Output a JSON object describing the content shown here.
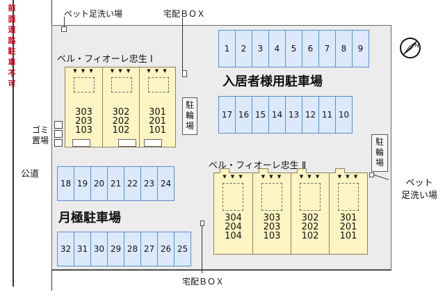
{
  "notice": "前\n面\n道\n路\n駐\n車\n不\n可",
  "road_label": "公道",
  "pet_wash_label": "ペット足洗い場",
  "pet_wash_label_2": "ペット\n足洗い場",
  "delivery_box_label": "宅配ＢＯＸ",
  "delivery_box_label_2": "宅配ＢＯＸ",
  "garbage_label": "ゴミ\n置場",
  "bike_label": "駐\n輪\n場",
  "resident_parking_label": "入居者様用駐車場",
  "monthly_parking_label": "月極駐車場",
  "building1": {
    "name": "ベル・フィオーレ忠生 Ⅰ",
    "units": [
      {
        "rooms": "303\n203\n103"
      },
      {
        "rooms": "302\n202\n102"
      },
      {
        "rooms": "301\n201\n101"
      }
    ]
  },
  "building2": {
    "name": "ベル・フィオーレ忠生 Ⅱ",
    "units": [
      {
        "rooms": "304\n204\n104"
      },
      {
        "rooms": "303\n203\n103"
      },
      {
        "rooms": "302\n202\n102"
      },
      {
        "rooms": "301\n201\n101"
      }
    ]
  },
  "parking_top": [
    "1",
    "2",
    "3",
    "4",
    "5",
    "6",
    "7",
    "8",
    "9"
  ],
  "parking_mid": [
    "17",
    "16",
    "15",
    "14",
    "13",
    "12",
    "11",
    "10"
  ],
  "parking_left": [
    "18",
    "19",
    "20",
    "21",
    "22",
    "23",
    "24"
  ],
  "parking_bottom": [
    "32",
    "31",
    "30",
    "29",
    "28",
    "27",
    "26",
    "25"
  ],
  "arrows": "▼ ▼ ▼",
  "compass_letter": "N"
}
